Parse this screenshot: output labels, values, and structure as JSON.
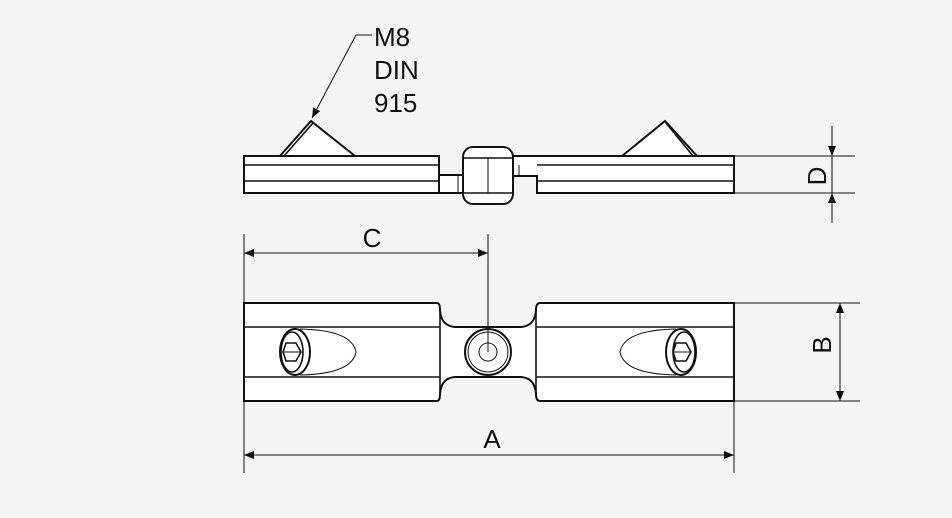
{
  "callout": {
    "line1": "M8",
    "line2": "DIN",
    "line3": "915"
  },
  "dimensions": {
    "a": "A",
    "b": "B",
    "c": "C",
    "d": "D"
  }
}
